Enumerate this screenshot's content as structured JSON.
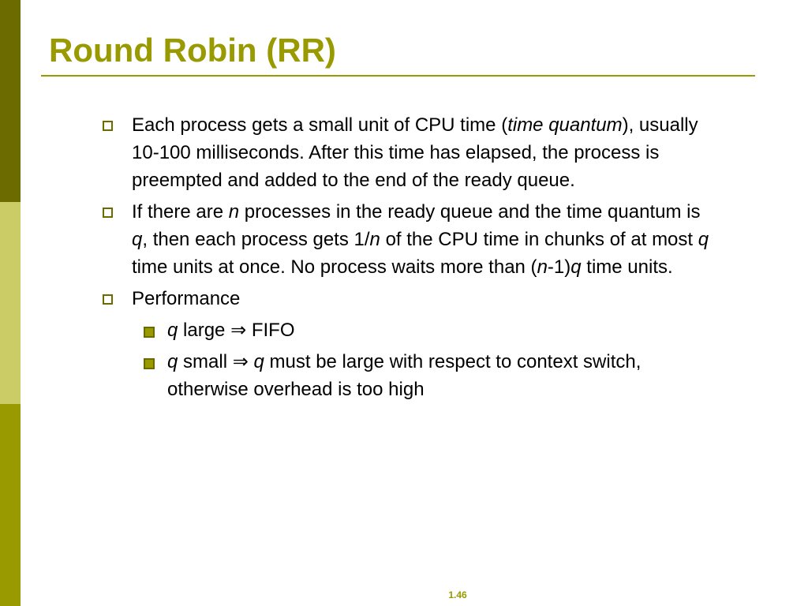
{
  "colors": {
    "stripe_top": "#6b6b00",
    "stripe_middle": "#cccc66",
    "stripe_bottom": "#999900",
    "title": "#999900",
    "rule": "#999900",
    "bullet_marker": "#999900",
    "page_number": "#999900"
  },
  "slide": {
    "title": "Round Robin (RR)",
    "page_number": "1.46"
  },
  "bullets": [
    {
      "icon": "hollow-square-bullet-icon",
      "parts": [
        "Each process gets a small unit of CPU time (",
        "time quantum",
        "), usually 10-100 milliseconds.  After this time has elapsed, the process is preempted and added to the end of the ready queue."
      ]
    },
    {
      "icon": "hollow-square-bullet-icon",
      "parts": [
        "If there are ",
        "n",
        " processes in the ready queue and the time quantum is ",
        "q",
        ", then each process gets 1/",
        "n",
        " of the CPU time in chunks of at most ",
        "q",
        " time units at once.  No process waits more than (",
        "n",
        "-1)",
        "q",
        " time units."
      ]
    },
    {
      "icon": "hollow-square-bullet-icon",
      "parts": [
        "Performance"
      ],
      "sub": [
        {
          "icon": "filled-square-bullet-icon",
          "parts": [
            "q",
            " large ",
            "⇒",
            " FIFO"
          ]
        },
        {
          "icon": "filled-square-bullet-icon",
          "parts": [
            "q",
            " small ",
            "⇒",
            " ",
            "q",
            " must be large with respect to context switch, otherwise overhead is too high"
          ]
        }
      ]
    }
  ]
}
